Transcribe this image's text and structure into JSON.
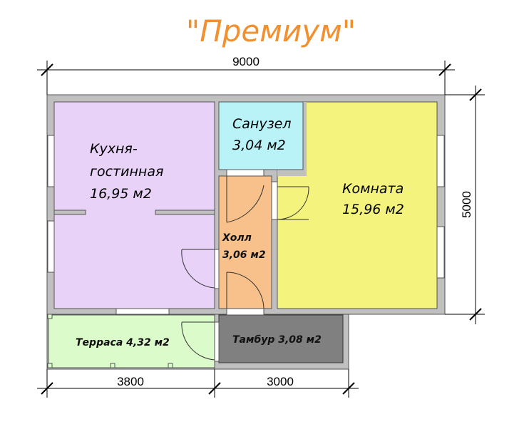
{
  "title": "\"Премиум\"",
  "dimensions": {
    "top": "9000",
    "right": "5000",
    "bottom_left": "3800",
    "bottom_right": "3000"
  },
  "rooms": {
    "kitchen": {
      "name1": "Кухня-",
      "name2": "гостинная",
      "area": "16,95 м2"
    },
    "bathroom": {
      "name": "Санузел",
      "area": "3,04 м2"
    },
    "room": {
      "name": "Комната",
      "area": "15,96 м2"
    },
    "hall": {
      "name": "Холл",
      "area": "3,06 м2"
    },
    "terrace": {
      "label": "Терраса 4,32 м2"
    },
    "vestibule": {
      "label": "Тамбур 3,08 м2"
    }
  },
  "colors": {
    "kitchen": "#e9d2f8",
    "bathroom": "#b9f3f8",
    "room": "#f4f37d",
    "hall": "#f8c08a",
    "terrace": "#dbfcca",
    "vestibule": "#808080",
    "wall": "#c0c0c0",
    "title": "#f29030"
  }
}
